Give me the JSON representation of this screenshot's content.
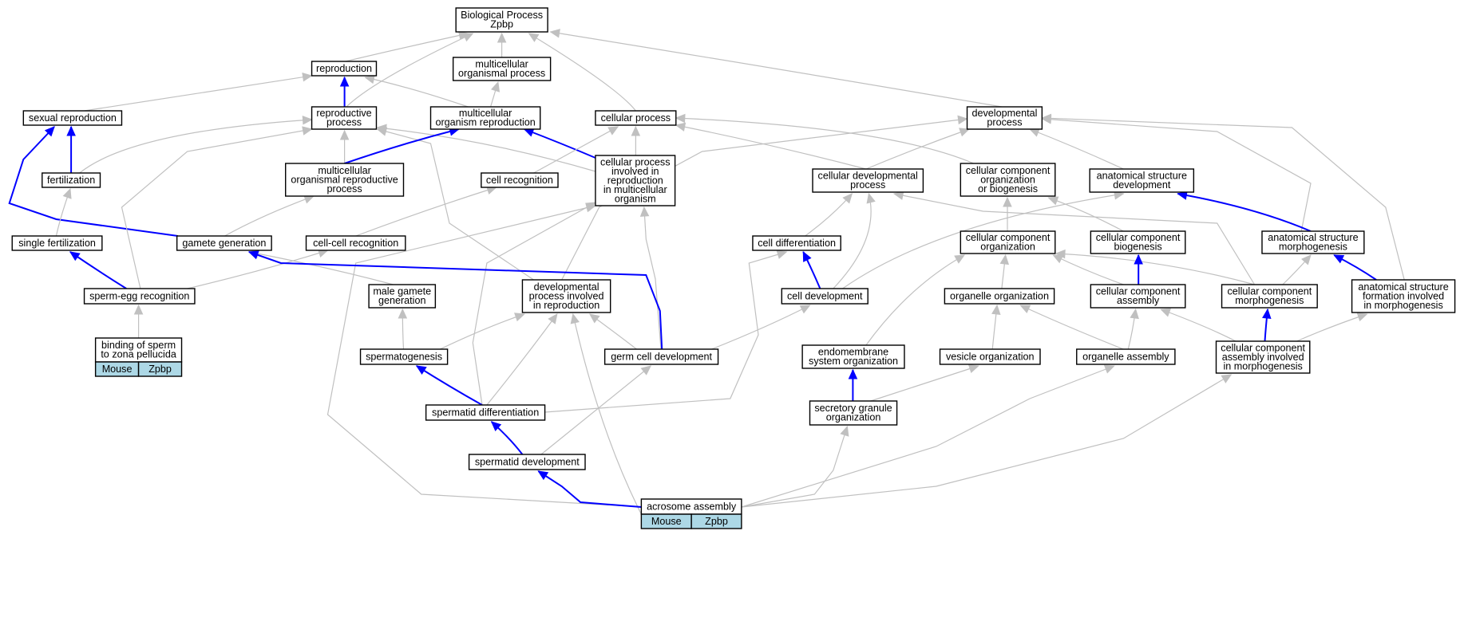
{
  "diagram": {
    "colors": {
      "is_a": "#c0c0c0",
      "part_of": "#0000ff",
      "tag_fill": "#add8e6"
    },
    "nodes": {
      "bp": [
        "Biological Process",
        "Zpbp"
      ],
      "reproduction": [
        "reproduction"
      ],
      "mop": [
        "multicellular",
        "organismal process"
      ],
      "sexrep": [
        "sexual reproduction"
      ],
      "repproc": [
        "reproductive",
        "process"
      ],
      "morep": [
        "multicellular",
        "organism reproduction"
      ],
      "cellproc": [
        "cellular process"
      ],
      "devproc": [
        "developmental",
        "process"
      ],
      "fert": [
        "fertilization"
      ],
      "morp": [
        "multicellular",
        "organismal reproductive",
        "process"
      ],
      "cellrec": [
        "cell recognition"
      ],
      "cpirmo": [
        "cellular process",
        "involved in",
        "reproduction",
        "in multicellular",
        "organism"
      ],
      "celldevproc": [
        "cellular developmental",
        "process"
      ],
      "ccob": [
        "cellular component",
        "organization",
        "or biogenesis"
      ],
      "asd": [
        "anatomical structure",
        "development"
      ],
      "singfert": [
        "single fertilization"
      ],
      "gamgen": [
        "gamete generation"
      ],
      "ccrec": [
        "cell-cell recognition"
      ],
      "celldiff": [
        "cell differentiation"
      ],
      "cco": [
        "cellular component",
        "organization"
      ],
      "ccb": [
        "cellular component",
        "biogenesis"
      ],
      "asm": [
        "anatomical structure",
        "morphogenesis"
      ],
      "sper": [
        "sperm-egg recognition"
      ],
      "malegam": [
        "male gamete",
        "generation"
      ],
      "dpir": [
        "developmental",
        "process involved",
        "in reproduction"
      ],
      "celldev": [
        "cell development"
      ],
      "orgorg": [
        "organelle organization"
      ],
      "cca": [
        "cellular component",
        "assembly"
      ],
      "ccm": [
        "cellular component",
        "morphogenesis"
      ],
      "asfm": [
        "anatomical structure",
        "formation involved",
        "in morphogenesis"
      ],
      "binding": [
        "binding of sperm",
        "to zona pellucida"
      ],
      "spermgen": [
        "spermatogenesis"
      ],
      "gcd": [
        "germ cell development"
      ],
      "endo": [
        "endomembrane",
        "system organization"
      ],
      "vesorg": [
        "vesicle organization"
      ],
      "orgasm": [
        "organelle assembly"
      ],
      "ccaim": [
        "cellular component",
        "assembly involved",
        "in morphogenesis"
      ],
      "sdiff": [
        "spermatid differentiation"
      ],
      "sgo": [
        "secretory granule",
        "organization"
      ],
      "sdev": [
        "spermatid development"
      ],
      "acro": [
        "acrosome assembly"
      ]
    },
    "tags": {
      "binding": [
        "Mouse",
        "Zpbp"
      ],
      "acro": [
        "Mouse",
        "Zpbp"
      ]
    }
  }
}
